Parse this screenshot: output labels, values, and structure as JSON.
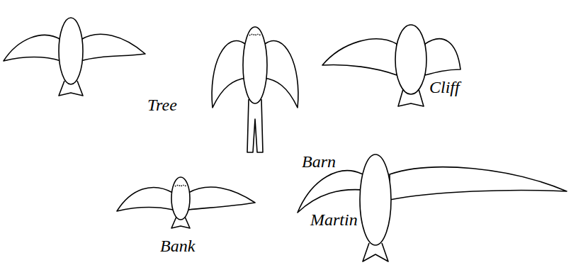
{
  "diagram": {
    "labels": [
      "Tree",
      "Barn",
      "Cliff",
      "Bank",
      "Martin"
    ]
  }
}
